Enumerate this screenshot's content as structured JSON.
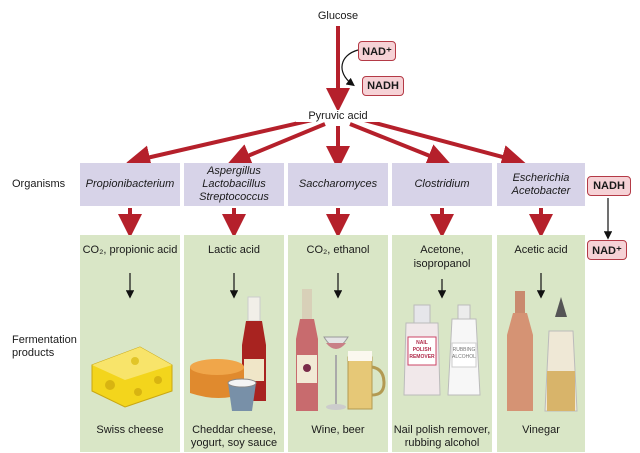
{
  "glucose": "Glucose",
  "pyruvic_acid": "Pyruvic acid",
  "nad_plus": "NAD⁺",
  "nadh": "NADH",
  "row_labels": {
    "organisms": "Organisms",
    "fermentation_products": "Fermentation products"
  },
  "organisms": [
    "Propionibacterium",
    "Aspergillus Lactobacillus Streptococcus",
    "Saccharomyces",
    "Clostridium",
    "Escherichia Acetobacter"
  ],
  "products": [
    {
      "chemical": "CO₂, propionic acid",
      "food": "Swiss cheese"
    },
    {
      "chemical": "Lactic acid",
      "food": "Cheddar cheese, yogurt, soy sauce"
    },
    {
      "chemical": "CO₂, ethanol",
      "food": "Wine, beer"
    },
    {
      "chemical": "Acetone, isopropanol",
      "food": "Nail polish remover, rubbing alcohol"
    },
    {
      "chemical": "Acetic acid",
      "food": "Vinegar"
    }
  ],
  "bottle_labels": {
    "nail_polish": "NAIL POLISH REMOVER",
    "rubbing_alcohol": "RUBBING ALCOHOL"
  },
  "colors": {
    "arrow_red": "#b5202b",
    "organism_box": "#d7d3e8",
    "product_box": "#d9e6c6",
    "badge_fill": "#f6d2d6"
  }
}
